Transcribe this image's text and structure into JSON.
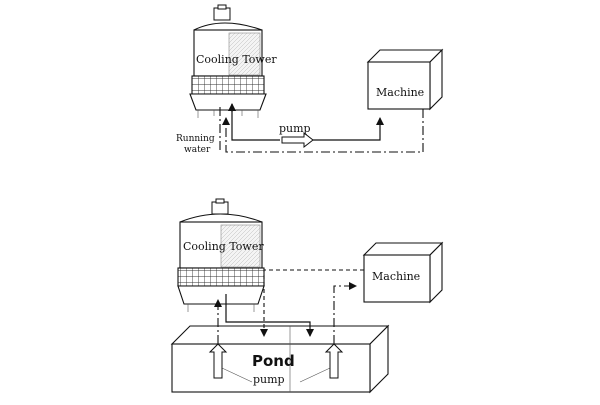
{
  "diagram_top": {
    "tower_label": "Cooling Tower",
    "machine_label": "Machine",
    "pump_label": "pump",
    "running_label_line1": "Running",
    "running_label_line2": "water"
  },
  "diagram_bottom": {
    "tower_label": "Cooling Tower",
    "machine_label": "Machine",
    "pond_label": "Pond",
    "pump_label": "pump"
  }
}
